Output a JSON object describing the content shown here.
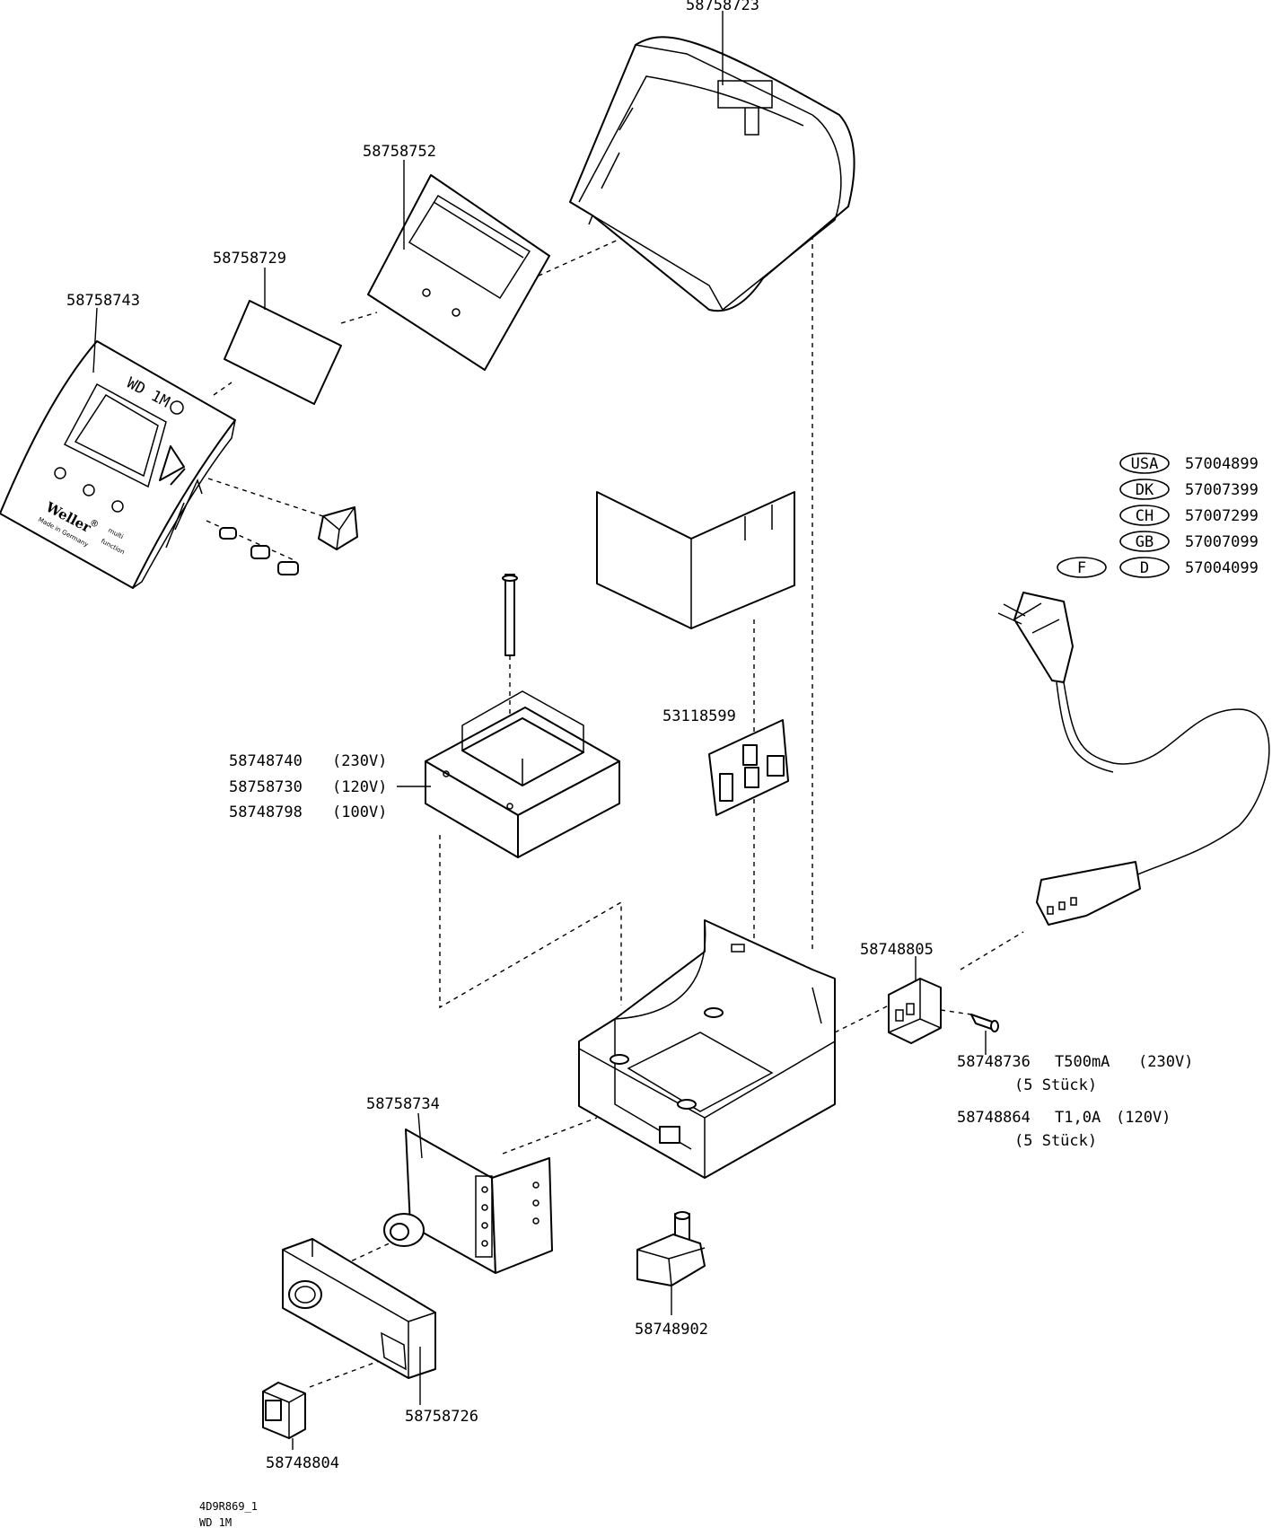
{
  "parts": {
    "housing_cover": "58758723",
    "display_bezel": "58758752",
    "display_foil": "58758729",
    "front_panel": "58758743",
    "transformer_230": "58748740",
    "transformer_120": "58758730",
    "transformer_100": "58748798",
    "voltage_230": "(230V)",
    "voltage_120": "(120V)",
    "voltage_100": "(100V)",
    "control_pcb": "53118599",
    "power_socket": "58748805",
    "fuse_500": "58748736",
    "fuse_500_rating": "T500mA",
    "fuse_500_voltage": "(230V)",
    "fuse_500_qty": "(5 Stück)",
    "fuse_1a": "58748864",
    "fuse_1a_rating": "T1,0A",
    "fuse_1a_voltage": "(120V)",
    "fuse_1a_qty": "(5 Stück)",
    "main_pcb": "58758734",
    "foot": "58748902",
    "socket_frame": "58758726",
    "mains_switch": "58748804"
  },
  "power_cords": {
    "rows": [
      {
        "codes": [
          "USA"
        ],
        "part": "57004899"
      },
      {
        "codes": [
          "DK"
        ],
        "part": "57007399"
      },
      {
        "codes": [
          "CH"
        ],
        "part": "57007299"
      },
      {
        "codes": [
          "GB"
        ],
        "part": "57007099"
      },
      {
        "codes": [
          "F",
          "D"
        ],
        "part": "57004099"
      }
    ]
  },
  "front_panel_print": {
    "model": "WD  1M",
    "brand": "Weller",
    "registered": "®",
    "origin": "Made in Germany",
    "multi": "multi",
    "function": "function"
  },
  "footer": {
    "drawing_no": "4D9R869_1",
    "model": "WD 1M"
  }
}
